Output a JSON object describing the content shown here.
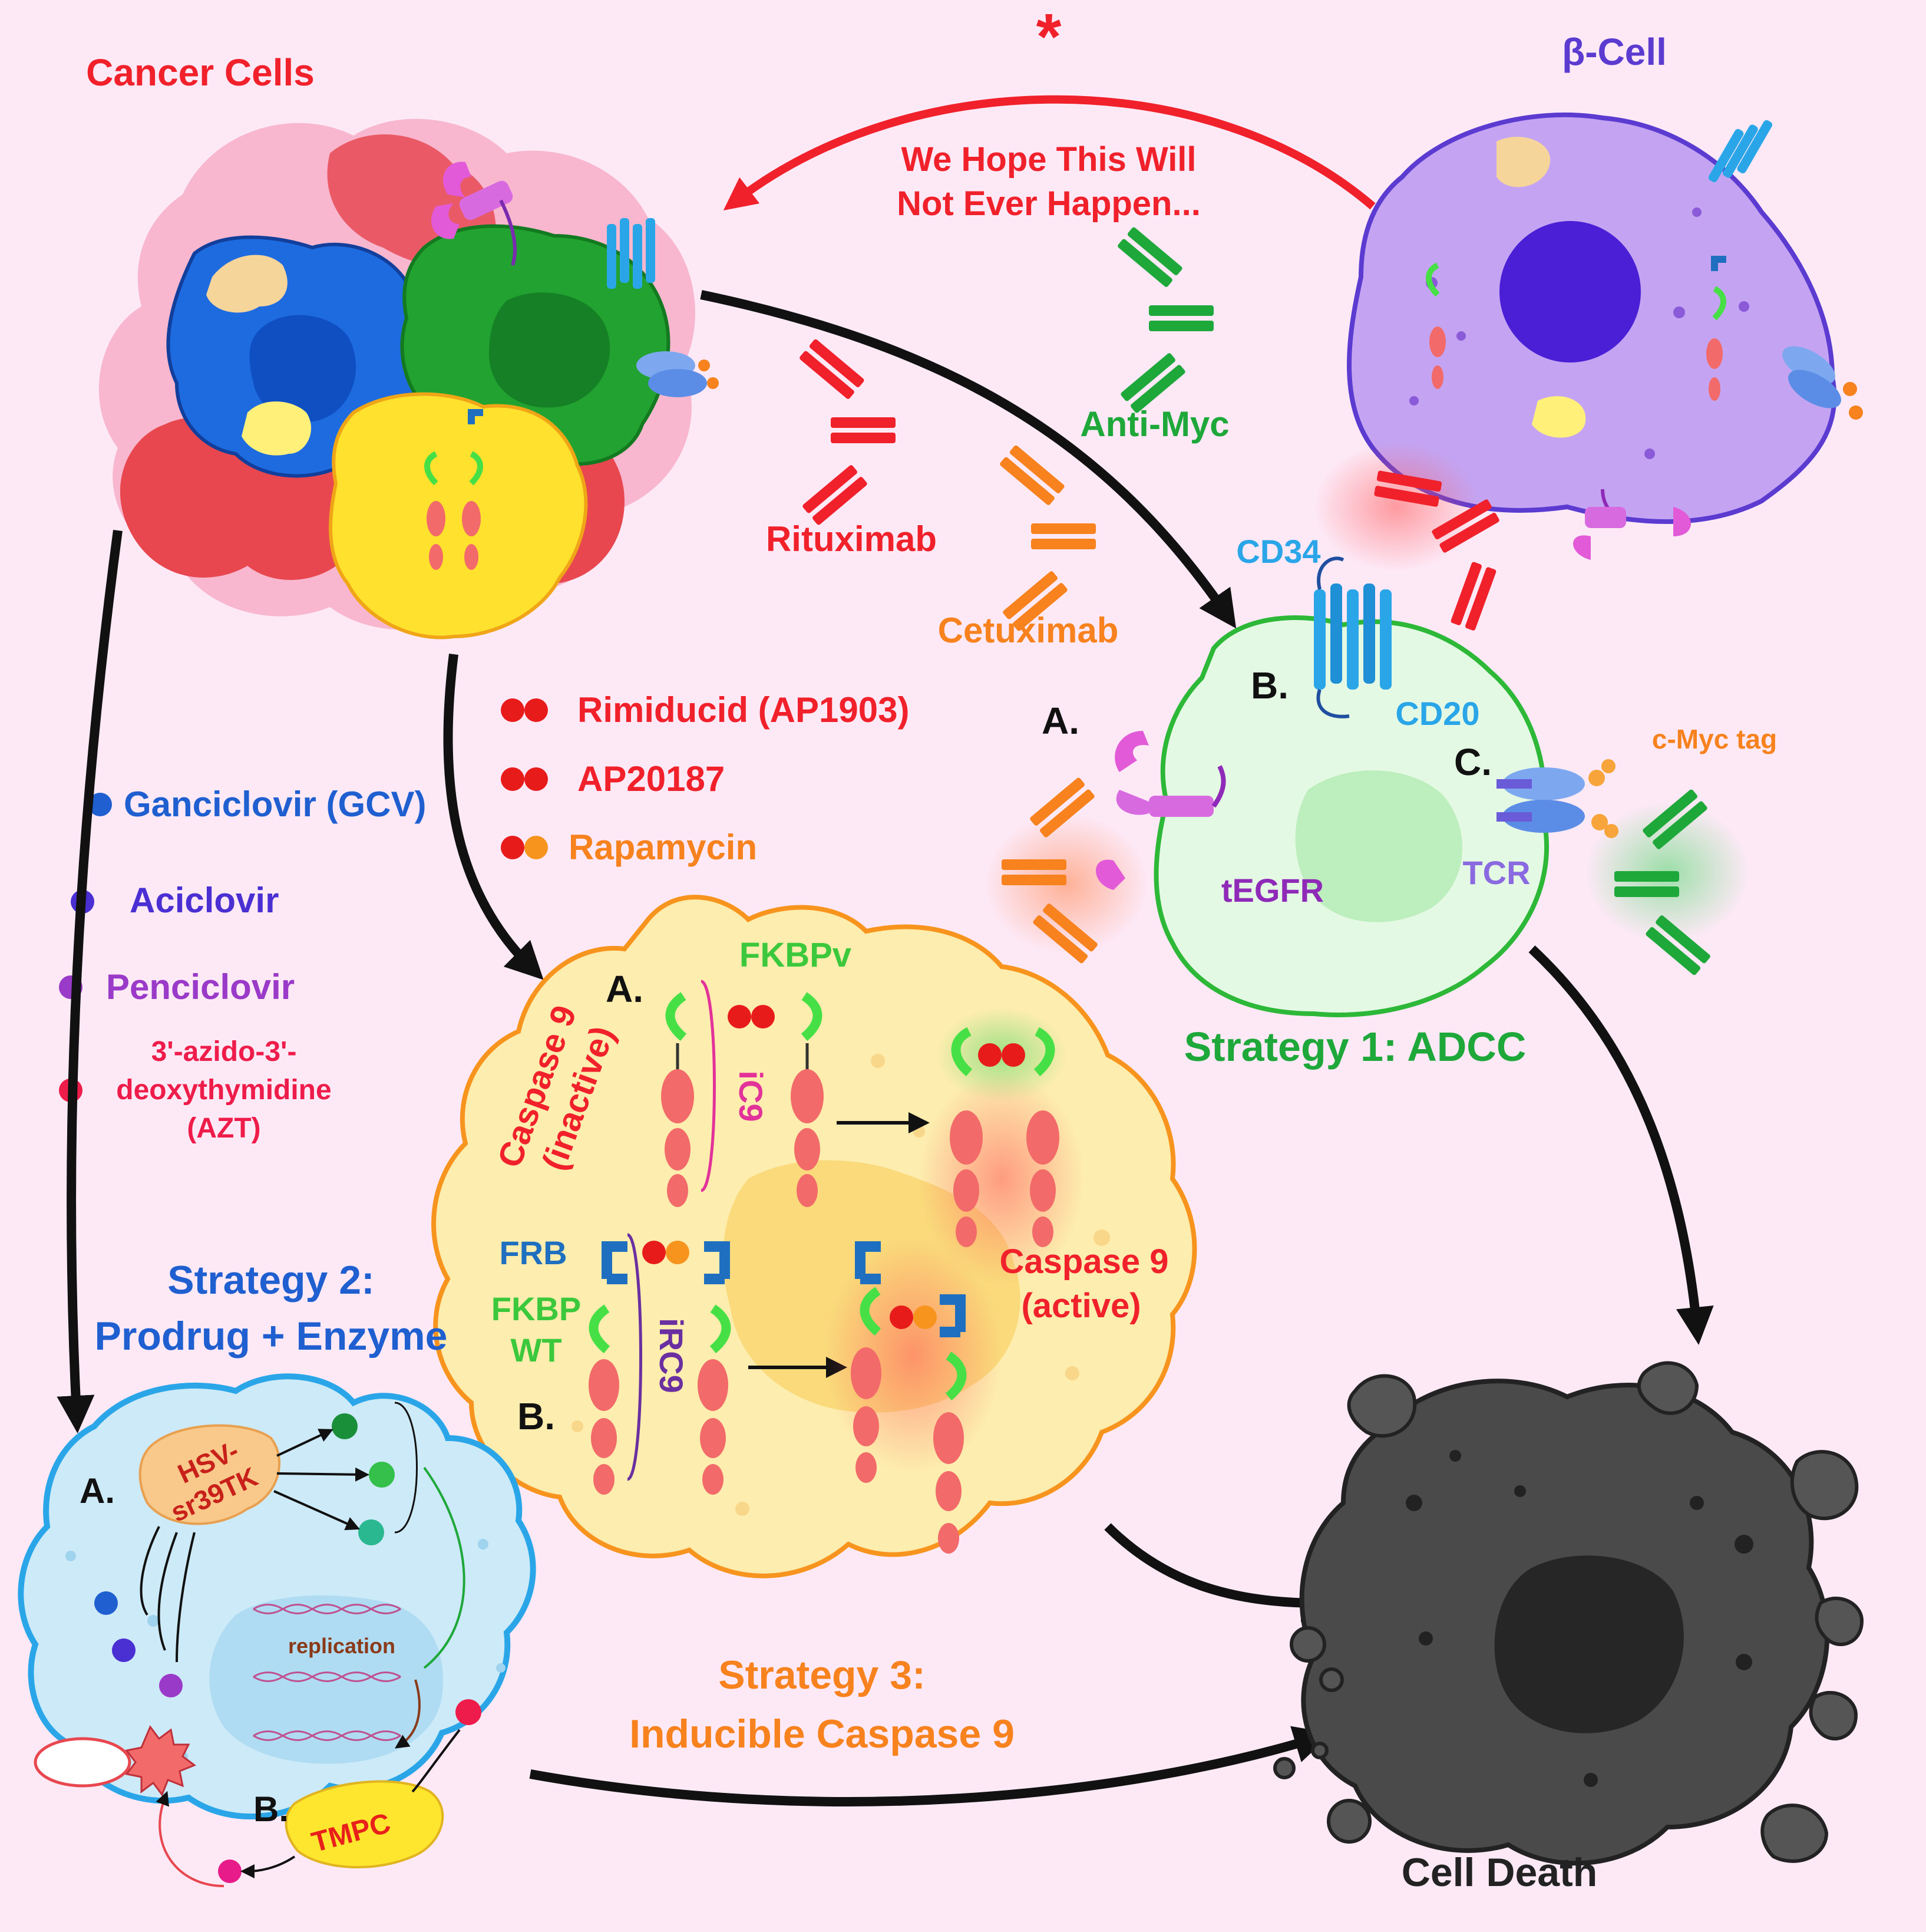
{
  "colors": {
    "background": "#fde9f6",
    "red": "#f0212b",
    "blue": "#1f5fd0",
    "green": "#1ea83a",
    "orange": "#f7821e",
    "yellow": "#ffe25a",
    "violet": "#6a2fd3",
    "purple": "#8f2ab8",
    "cyan": "#2aa6e8",
    "dark": "#2a2a2a"
  },
  "titles": {
    "cancer_cells": "Cancer Cells",
    "beta_cell": "β-Cell",
    "asterisk": "*",
    "hope_line1": "We Hope This Will",
    "hope_line2": "Not Ever Happen...",
    "cell_death": "Cell Death"
  },
  "antibodies": {
    "anti_myc": "Anti-Myc",
    "rituximab": "Rituximab",
    "cetuximab": "Cetuximab"
  },
  "strategy1": {
    "title": "Strategy 1: ADCC",
    "label_a": "A.",
    "label_b": "B.",
    "label_c": "C.",
    "cd34": "CD34",
    "cd20": "CD20",
    "cmyc_tag": "c-Myc tag",
    "tegfr": "tEGFR",
    "tcr": "TCR"
  },
  "dimerizers": {
    "rimiducid": "Rimiducid (AP1903)",
    "ap20187": "AP20187",
    "rapamycin": "Rapamycin"
  },
  "prodrugs": {
    "ganciclovir": "Ganciclovir (GCV)",
    "aciclovir": "Aciclovir",
    "penciclovir": "Penciclovir",
    "azt_line1": "3'-azido-3'-",
    "azt_line2": "deoxythymidine",
    "azt_line3": "(AZT)"
  },
  "strategy2": {
    "title_line1": "Strategy 2:",
    "title_line2": "Prodrug + Enzyme",
    "label_a": "A.",
    "label_b": "B.",
    "enzyme_line1": "HSV-",
    "enzyme_line2": "sr39TK",
    "replication": "replication",
    "tmpc": "TMPC"
  },
  "strategy3": {
    "title_line1": "Strategy 3:",
    "title_line2": "Inducible Caspase 9",
    "label_a": "A.",
    "label_b": "B.",
    "fkbpv": "FKBPv",
    "ic9": "iC9",
    "caspase_inactive_line1": "Caspase 9",
    "caspase_inactive_line2": "(inactive)",
    "frb": "FRB",
    "fkbp_line1": "FKBP",
    "fkbp_line2": "WT",
    "irc9": "iRC9",
    "caspase_active_line1": "Caspase 9",
    "caspase_active_line2": "(active)"
  }
}
